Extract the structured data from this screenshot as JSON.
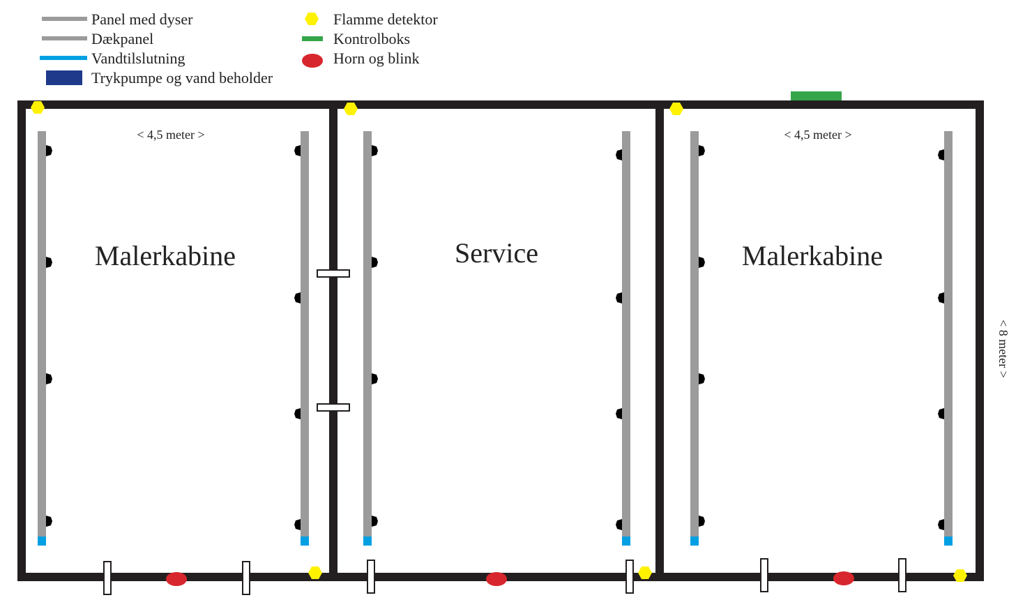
{
  "legend": {
    "left": [
      {
        "symbol": "panel-med-dyser",
        "label": "Panel med dyser"
      },
      {
        "symbol": "daekpanel",
        "label": "Dækpanel"
      },
      {
        "symbol": "vandtilslutning",
        "label": "Vandtilslutning"
      },
      {
        "symbol": "trykpumpe",
        "label": "Trykpumpe og vand beholder"
      }
    ],
    "right": [
      {
        "symbol": "flamme-detektor",
        "label": "Flamme detektor"
      },
      {
        "symbol": "kontrolboks",
        "label": "Kontrolboks"
      },
      {
        "symbol": "horn-og-blink",
        "label": "Horn og blink"
      }
    ]
  },
  "rooms": [
    {
      "name": "Malerkabine",
      "width_label": "< 4,5 meter >"
    },
    {
      "name": "Service",
      "width_label": ""
    },
    {
      "name": "Malerkabine",
      "width_label": "< 4,5 meter >"
    }
  ],
  "depth_label": "< 8 meter >",
  "colors": {
    "wall": "#231f20",
    "panel": "#9b9b9b",
    "water": "#00a0e3",
    "pump": "#1f3a8a",
    "detector": "#fff200",
    "control_box": "#35a54a",
    "horn": "#d7262d",
    "nozzle": "#000000"
  }
}
